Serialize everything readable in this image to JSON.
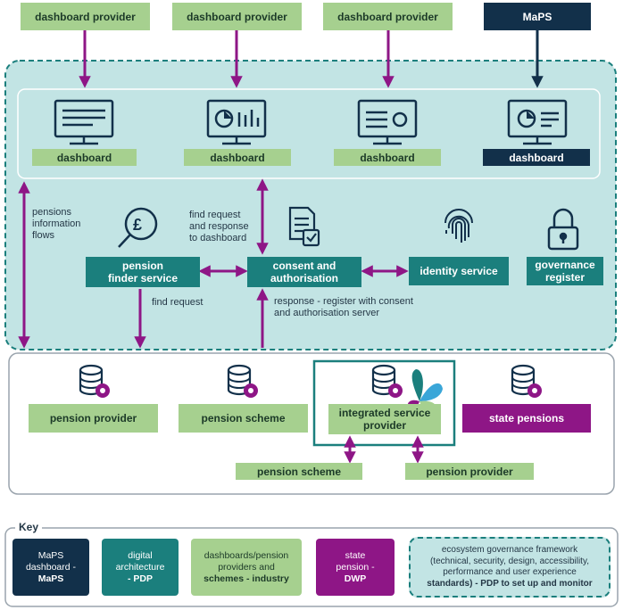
{
  "top": {
    "provider_1": "dashboard provider",
    "provider_2": "dashboard provider",
    "provider_3": "dashboard provider",
    "maps": "MaPS"
  },
  "dashboards": {
    "d1": "dashboard",
    "d2": "dashboard",
    "d3": "dashboard",
    "d4": "dashboard"
  },
  "annotations": {
    "pensions_flows": [
      "pensions",
      "information",
      "flows"
    ],
    "find_request_response": [
      "find request",
      "and response",
      "to dashboard"
    ],
    "find_request": "find request",
    "response_register": [
      "response - register with consent",
      "and authorisation server"
    ]
  },
  "services": {
    "finder": [
      "pension",
      "finder service"
    ],
    "consent": [
      "consent and",
      "authorisation"
    ],
    "identity": "identity service",
    "governance": [
      "governance",
      "register"
    ]
  },
  "bottom": {
    "pension_provider": "pension provider",
    "pension_scheme": "pension scheme",
    "isp": [
      "integrated service",
      "provider"
    ],
    "state_pensions": "state pensions",
    "sub_scheme": "pension scheme",
    "sub_provider": "pension provider"
  },
  "key": {
    "title": "Key",
    "maps": [
      "MaPS",
      "dashboard -",
      "MaPS"
    ],
    "digital": [
      "digital",
      "architecture",
      "- PDP"
    ],
    "industry": [
      "dashboards/pension",
      "providers and",
      "schemes - industry"
    ],
    "dwp": [
      "state",
      "pension -",
      "DWP"
    ],
    "ecosystem": [
      "ecosystem governance framework",
      "(technical, security, design, accessibility,",
      "performance and user experience",
      "standards) - PDP to set up and monitor"
    ]
  },
  "colors": {
    "green": "#a6d08f",
    "navy": "#12304a",
    "teal": "#1b7f7d",
    "purple": "#8e1686",
    "panel": "#c2e4e4",
    "arrow": "#8e1686"
  }
}
